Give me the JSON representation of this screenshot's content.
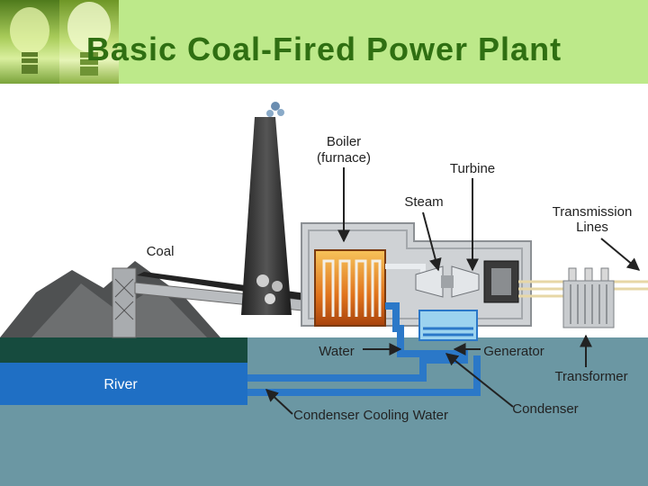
{
  "header": {
    "title": "Basic Coal-Fired Power Plant"
  },
  "diagram": {
    "labels": {
      "boiler_line1": "Boiler",
      "boiler_line2": "(furnace)",
      "turbine": "Turbine",
      "steam": "Steam",
      "transmission_line1": "Transmission",
      "transmission_line2": "Lines",
      "coal": "Coal",
      "water": "Water",
      "generator": "Generator",
      "transformer": "Transformer",
      "river": "River",
      "condenser": "Condenser",
      "condenser_cooling_water": "Condenser Cooling Water"
    },
    "colors": {
      "header_bg": "#bde98a",
      "title": "#2f6f12",
      "river": "#1f6fc4",
      "ground": "#6b97a3",
      "pipe": "#2b78c8",
      "fire": "#e0731c"
    }
  }
}
